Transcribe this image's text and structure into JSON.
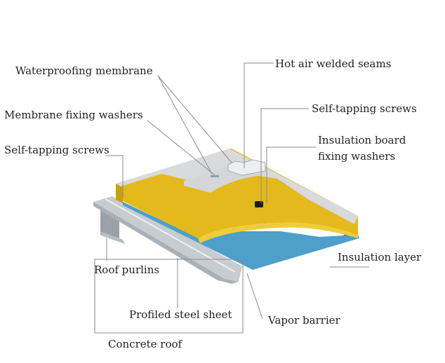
{
  "labels": {
    "waterproofing_membrane": "Waterproofing membrane",
    "hot_air_welded_seams": "Hot air welded seams",
    "membrane_fixing_washers": "Membrane fixing washers",
    "self_tapping_screws_right": "Self-tapping screws",
    "insulation_board_fixing_washers_1": "Insulation board",
    "insulation_board_fixing_washers_2": "fixing washers",
    "self_tapping_screws_left": "Self-tapping screws",
    "insulation_layer": "Insulation layer",
    "roof_purlins": "Roof purlins",
    "profiled_steel_sheet": "Profiled steel sheet",
    "vapor_barrier": "Vapor barrier",
    "concrete_roof": "Concrete roof"
  },
  "colors": {
    "membrane": "#d6d8da",
    "insulation": "#e2b81a",
    "vapor_barrier": "#4a9cc8",
    "steel": "#c9cdd1",
    "leader": "#8a8a8a"
  }
}
